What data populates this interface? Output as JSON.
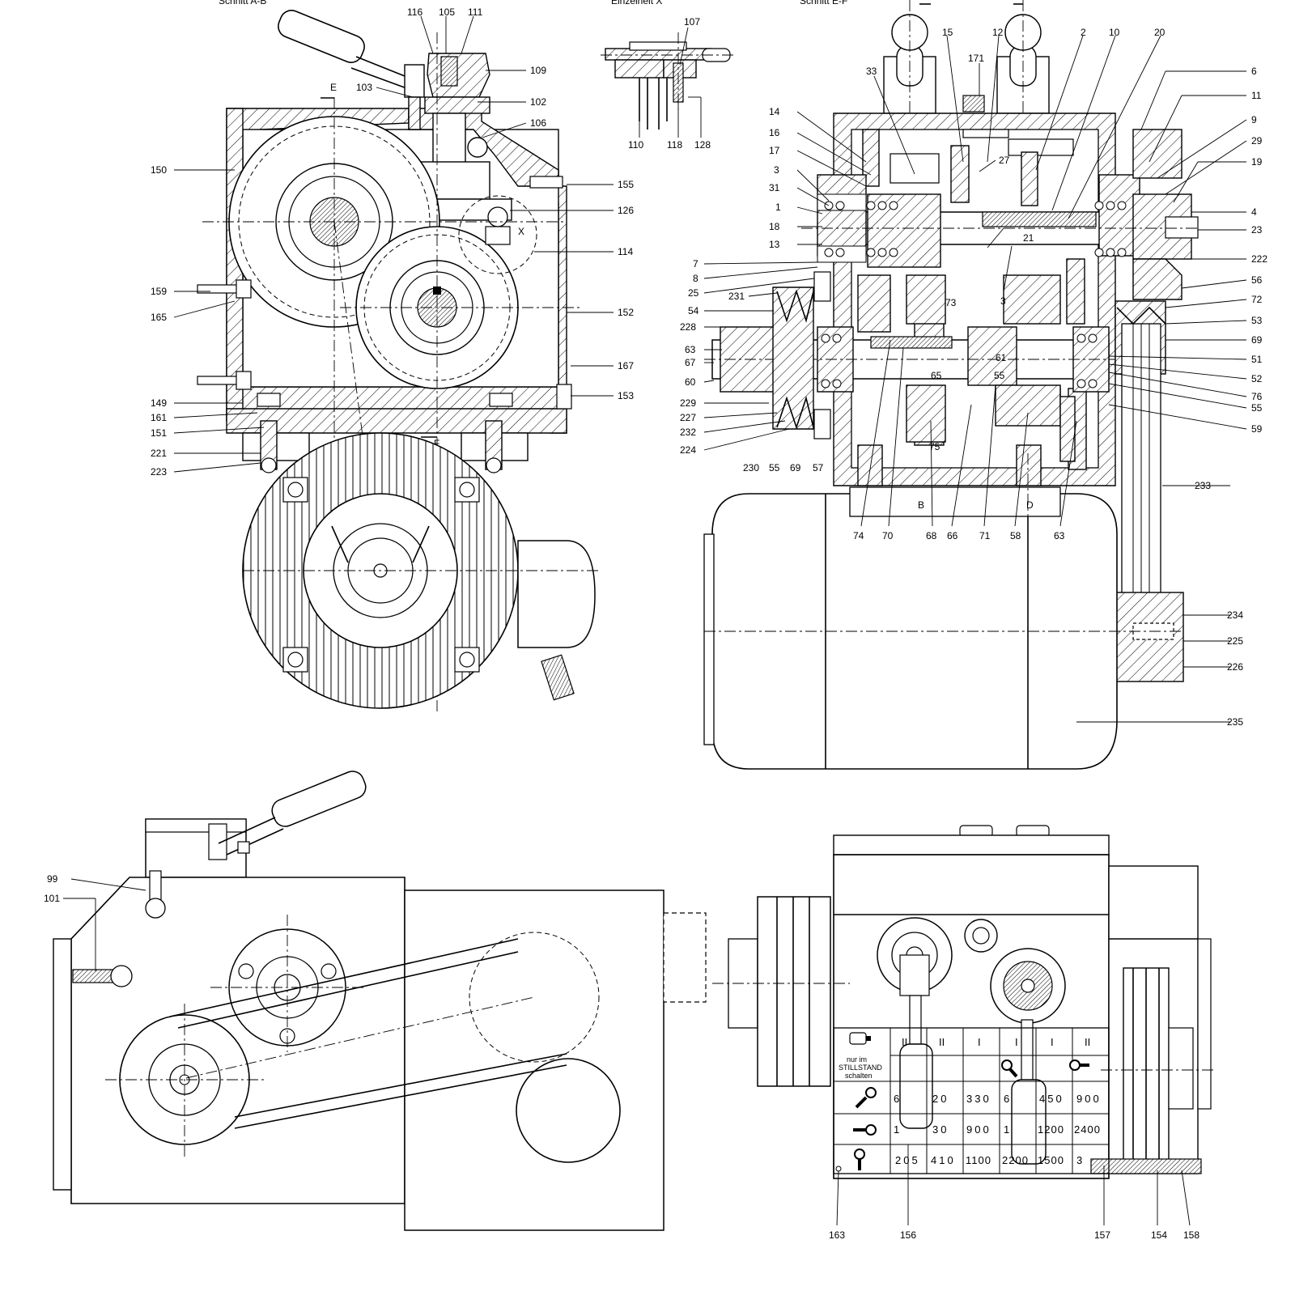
{
  "header": {
    "section_ab": "Schnitt A-B",
    "detail_x": "Einzelheit X",
    "section_ef": "Schnitt E-F"
  },
  "markers": {
    "e": "E",
    "f": "F",
    "x": "X",
    "b": "B",
    "d": "D"
  },
  "parts": {
    "p116": "116",
    "p105": "105",
    "p111": "111",
    "p109": "109",
    "p103": "103",
    "p102": "102",
    "p106": "106",
    "p150": "150",
    "p155": "155",
    "p126": "126",
    "p114": "114",
    "p159": "159",
    "p165": "165",
    "p152": "152",
    "p167": "167",
    "p153": "153",
    "p149": "149",
    "p161": "161",
    "p151": "151",
    "p221": "221",
    "p223": "223",
    "p107": "107",
    "p110": "110",
    "p118": "118",
    "p128": "128",
    "p15": "15",
    "p12": "12",
    "p2": "2",
    "p10": "10",
    "p20": "20",
    "p33": "33",
    "p171": "171",
    "p6": "6",
    "p11": "11",
    "p9": "9",
    "p29": "29",
    "p19": "19",
    "p14": "14",
    "p16": "16",
    "p17": "17",
    "p27": "27",
    "p3": "3",
    "p31": "31",
    "p1": "1",
    "p4": "4",
    "p18": "18",
    "p23": "23",
    "p21": "21",
    "p13": "13",
    "p222": "222",
    "p7": "7",
    "p8": "8",
    "p56": "56",
    "p25": "25",
    "p3b": "3",
    "p72": "72",
    "p231": "231",
    "p73": "73",
    "p54": "54",
    "p53": "53",
    "p228": "228",
    "p69": "69",
    "p63": "63",
    "p61": "61",
    "p51": "51",
    "p67": "67",
    "p65": "65",
    "p55": "55",
    "p52": "52",
    "p60": "60",
    "p76": "76",
    "p229": "229",
    "p55b": "55",
    "p227": "227",
    "p59": "59",
    "p232": "232",
    "p75": "75",
    "p224": "224",
    "p230": "230",
    "p55c": "55",
    "p69b": "69",
    "p57": "57",
    "p233": "233",
    "p74": "74",
    "p70": "70",
    "p68": "68",
    "p66": "66",
    "p71": "71",
    "p58": "58",
    "p63b": "63",
    "p234": "234",
    "p225": "225",
    "p226": "226",
    "p235": "235",
    "p99": "99",
    "p101": "101",
    "p163": "163",
    "p156": "156",
    "p157": "157",
    "p154": "154",
    "p158": "158"
  },
  "speed_plate": {
    "note": [
      "nur im",
      "STILLSTAND",
      "schalten"
    ],
    "roman_headers": [
      "II",
      "II",
      "I",
      "I",
      "I",
      "II"
    ],
    "rows": [
      [
        "6",
        "20",
        "330",
        "6",
        "450",
        "900"
      ],
      [
        "1",
        "30",
        "900",
        "1",
        "1200",
        "2400"
      ],
      [
        "205",
        "410",
        "1100",
        "2200",
        "1500",
        "3"
      ]
    ]
  },
  "icons": [
    "lever-position-icon",
    "motor-icon"
  ]
}
